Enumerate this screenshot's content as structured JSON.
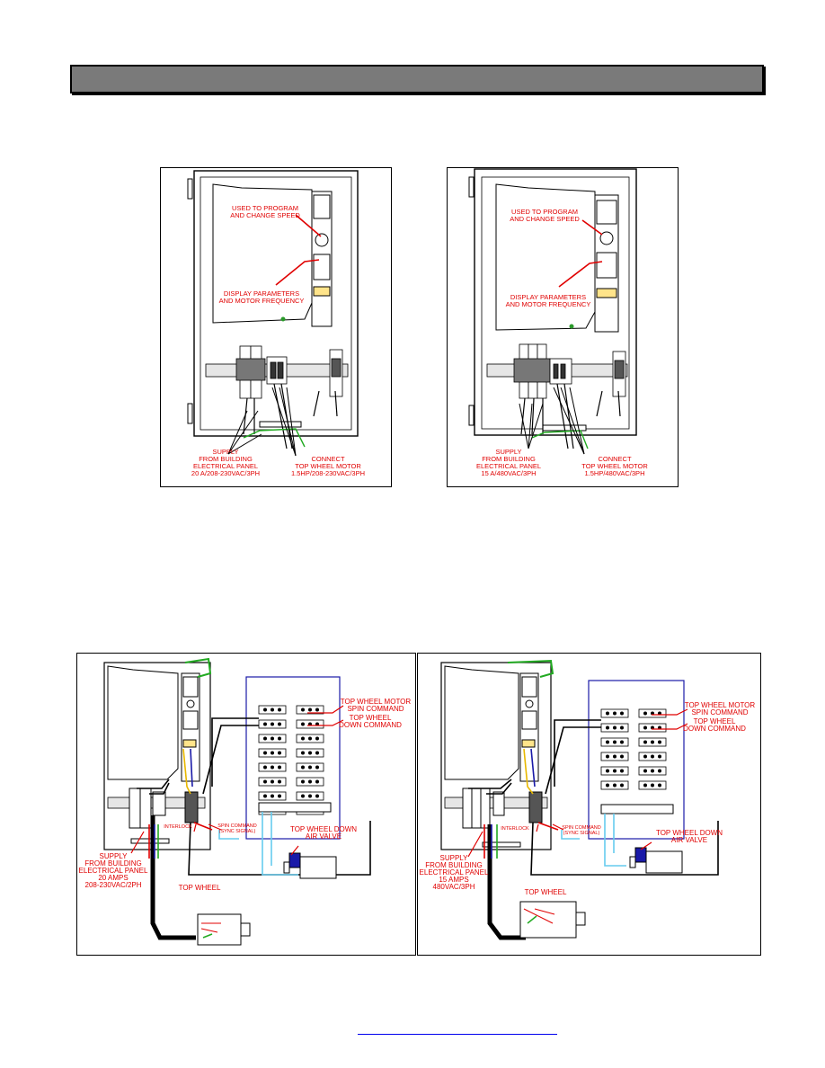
{
  "figure_top_left": {
    "callout_program": [
      "USED TO PROGRAM",
      "AND CHANGE SPEED"
    ],
    "callout_display": [
      "DISPLAY PARAMETERS",
      "AND MOTOR FREQUENCY"
    ],
    "supply": [
      "SUPPLY",
      "FROM BUILDING",
      "ELECTRICAL PANEL",
      "20 A/208-230VAC/3PH"
    ],
    "connect": [
      "CONNECT",
      "TOP WHEEL MOTOR",
      "1.5HP/208-230VAC/3PH"
    ]
  },
  "figure_top_right": {
    "callout_program": [
      "USED TO PROGRAM",
      "AND CHANGE SPEED"
    ],
    "callout_display": [
      "DISPLAY PARAMETERS",
      "AND MOTOR FREQUENCY"
    ],
    "supply": [
      "SUPPLY",
      "FROM BUILDING",
      "ELECTRICAL PANEL",
      "15 A/480VAC/3PH"
    ],
    "connect": [
      "CONNECT",
      "TOP WHEEL MOTOR",
      "1.5HP/480VAC/3PH"
    ]
  },
  "figure_bottom_left": {
    "spin_command": [
      "TOP WHEEL MOTOR",
      "SPIN COMMAND"
    ],
    "down_command": [
      "TOP WHEEL",
      "DOWN COMMAND"
    ],
    "interlock": "INTERLOCK",
    "spin_signal": [
      "SPIN COMMAND",
      "(SYNC SIGNAL)"
    ],
    "air_valve": [
      "TOP WHEEL DOWN",
      "AIR VALVE"
    ],
    "supply": [
      "SUPPLY",
      "FROM BUILDING",
      "ELECTRICAL PANEL",
      "20 AMPS",
      "208-230VAC/2PH"
    ],
    "motor_label": "TOP WHEEL"
  },
  "figure_bottom_right": {
    "spin_command": [
      "TOP WHEEL MOTOR",
      "SPIN COMMAND"
    ],
    "down_command": [
      "TOP WHEEL",
      "DOWN COMMAND"
    ],
    "interlock": "INTERLOCK",
    "spin_signal": [
      "SPIN COMMAND",
      "(SYNC SIGNAL)"
    ],
    "air_valve": [
      "TOP WHEEL DOWN",
      "AIR VALVE"
    ],
    "supply": [
      "SUPPLY",
      "FROM BUILDING",
      "ELECTRICAL PANEL",
      "15 AMPS",
      "480VAC/3PH"
    ],
    "motor_label": "TOP WHEEL"
  },
  "colors": {
    "callout": "#e00000",
    "terminal": "#1a1aa8",
    "green_wire": "#22aa22",
    "air_line": "#66ccee"
  }
}
